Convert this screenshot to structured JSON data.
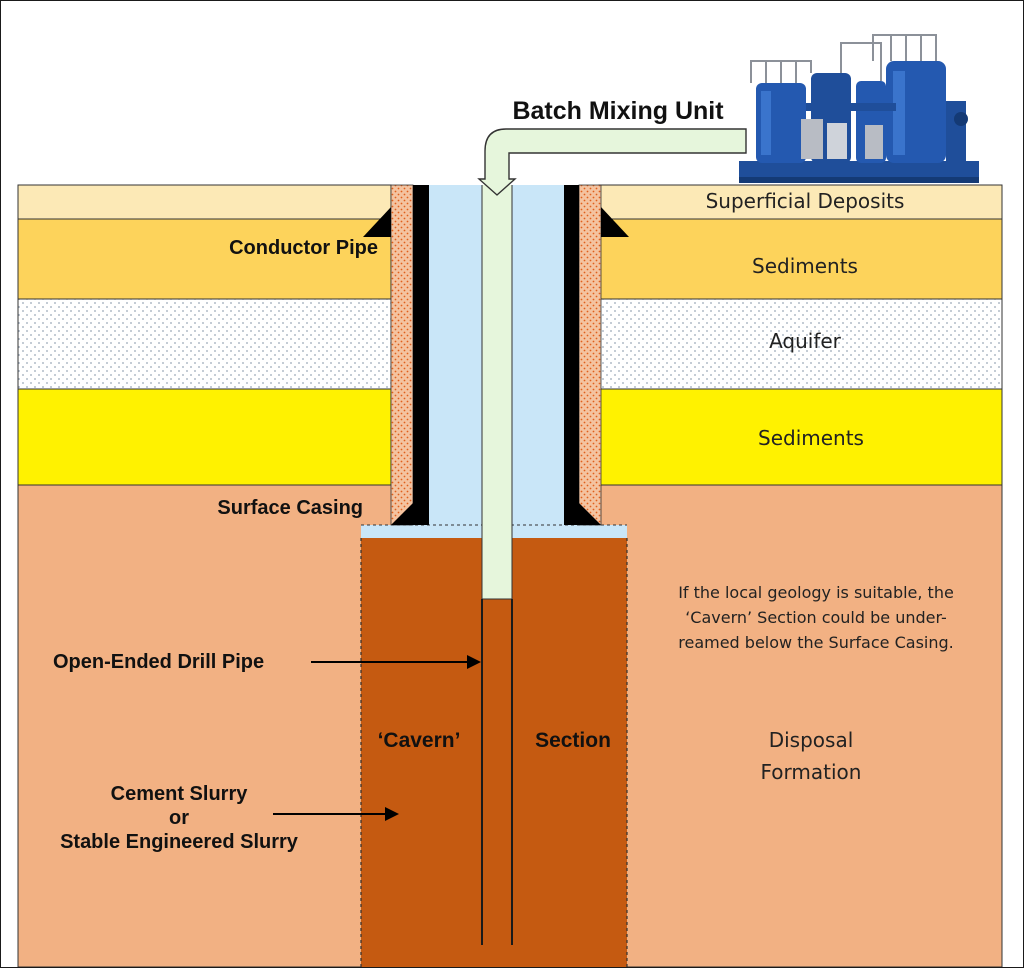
{
  "diagram": {
    "equipment": {
      "label": "Batch Mixing Unit"
    },
    "strata": [
      {
        "id": "superficial",
        "label": "Superficial Deposits",
        "color": "#FCE9B6"
      },
      {
        "id": "sediments-1",
        "label": "Sediments",
        "color": "#FDD35B"
      },
      {
        "id": "aquifer",
        "label": "Aquifer",
        "color": "#FFFFFF"
      },
      {
        "id": "sediments-2",
        "label": "Sediments",
        "color": "#FFF200"
      },
      {
        "id": "disposal",
        "label_line1": "Disposal",
        "label_line2": "Formation",
        "color": "#F2B183"
      }
    ],
    "components": {
      "conductor_pipe": "Conductor Pipe",
      "surface_casing": "Surface Casing",
      "drill_pipe": "Open-Ended Drill Pipe",
      "cavern_left": "‘Cavern’",
      "cavern_right": "Section",
      "slurry_line1": "Cement Slurry",
      "slurry_line2": "or",
      "slurry_line3": "Stable Engineered Slurry"
    },
    "note": {
      "line1": "If the local geology is suitable, the",
      "line2": "‘Cavern’ Section could be under-",
      "line3": "reamed below the Surface Casing."
    },
    "colors": {
      "cavern": "#C55A11",
      "casing_fluid": "#C9E6F8",
      "drill_pipe_fluid": "#E6F6DC",
      "casing_wall": "#000000",
      "cement_sheath": "#F4C3A0",
      "cement_dots": "#E0601C",
      "equipment_blue": "#1F4E9A"
    }
  }
}
